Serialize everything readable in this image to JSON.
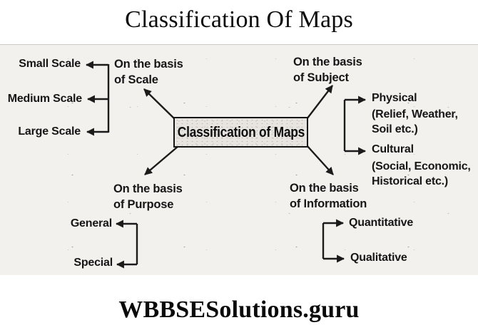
{
  "title": "Classification Of Maps",
  "watermark": "WBBSESolutions.guru",
  "colors": {
    "ink": "#1a1a1a",
    "scan_background": "#f2f1ed",
    "center_box_fill": "#e8e5e1"
  },
  "diagram": {
    "center_label": "Classification of Maps",
    "scale": {
      "label": "On the basis\nof Scale",
      "items": [
        "Small Scale",
        "Medium Scale",
        "Large Scale"
      ]
    },
    "subject": {
      "label": "On the basis\nof Subject",
      "items": [
        {
          "name": "Physical",
          "detail": "(Relief, Weather,\nSoil etc.)"
        },
        {
          "name": "Cultural",
          "detail": "(Social, Economic,\nHistorical etc.)"
        }
      ]
    },
    "purpose": {
      "label": "On the basis\nof Purpose",
      "items": [
        "General",
        "Special"
      ]
    },
    "information": {
      "label": "On the basis\nof Information",
      "items": [
        "Quantitative",
        "Qualitative"
      ]
    }
  }
}
